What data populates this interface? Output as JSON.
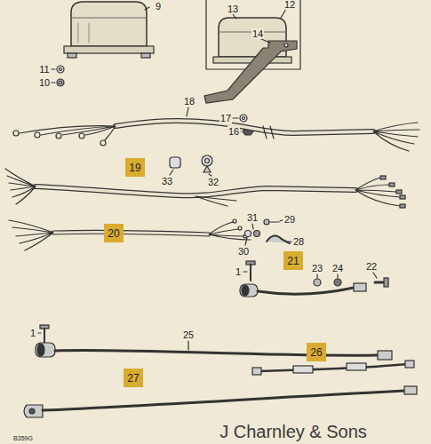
{
  "diagram": {
    "nodes": [
      {
        "text": [
          "19"
        ]
      },
      {
        "text": [
          "20"
        ]
      },
      {
        "text": [
          "21"
        ]
      },
      {
        "text": [
          "26"
        ]
      },
      {
        "text": [
          "27"
        ]
      }
    ],
    "labels": [
      "9",
      "11",
      "10",
      "13",
      "12",
      "14",
      "17",
      "16",
      "18",
      "33",
      "32",
      "31",
      "29",
      "30",
      "28",
      "1",
      "23",
      "24",
      "22",
      "1",
      "25",
      "B359G",
      "J Charnley & Sons"
    ]
  }
}
